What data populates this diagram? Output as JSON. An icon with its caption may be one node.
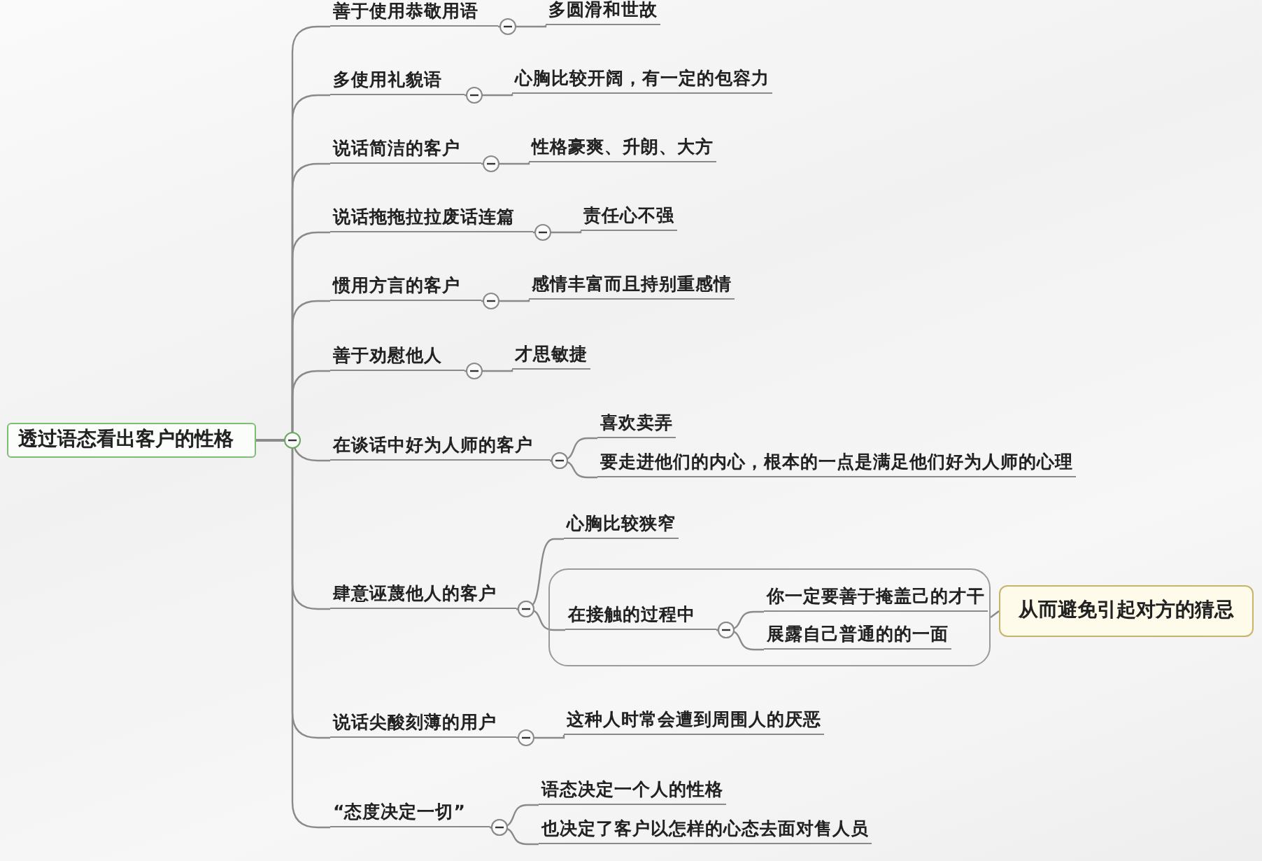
{
  "diagram": {
    "nodes": [
      {
        "text": [
          "透过语态看出客户的性格"
        ]
      },
      {
        "text": [
          "善于使用恭敬用语"
        ]
      },
      {
        "text": [
          "多圆滑和世故"
        ]
      },
      {
        "text": [
          "多使用礼貌语"
        ]
      },
      {
        "text": [
          "心胸比较开阔，有一定的包容力"
        ]
      },
      {
        "text": [
          "说话简洁的客户"
        ]
      },
      {
        "text": [
          "性格豪爽、升朗、大方"
        ]
      },
      {
        "text": [
          "说话拖拖拉拉废话连篇"
        ]
      },
      {
        "text": [
          "责任心不强"
        ]
      },
      {
        "text": [
          "惯用方言的客户"
        ]
      },
      {
        "text": [
          "感情丰富而且持别重感情"
        ]
      },
      {
        "text": [
          "善于劝慰他人"
        ]
      },
      {
        "text": [
          "才思敏捷"
        ]
      },
      {
        "text": [
          "在谈话中好为人师的客户"
        ]
      },
      {
        "text": [
          "喜欢卖弄"
        ]
      },
      {
        "text": [
          "要走进他们的内心，根本的一点是满足他们好为人师的心理"
        ]
      },
      {
        "text": [
          "肆意诬蔑他人的客户"
        ]
      },
      {
        "text": [
          "心胸比较狭窄"
        ]
      },
      {
        "text": [],
        "shape": "box"
      },
      {
        "text": [
          "在接触的过程中"
        ],
        "in": 18
      },
      {
        "text": [
          "你一定要善于掩盖己的才干"
        ],
        "in": 18
      },
      {
        "text": [
          "展露自己普通的的一面"
        ],
        "in": 18
      },
      {
        "text": [
          "从而避免引起对方的猜忌"
        ]
      },
      {
        "text": [
          "说话尖酸刻薄的用户"
        ]
      },
      {
        "text": [
          "这种人时常会遭到周围人的厌恶"
        ]
      },
      {
        "text": [
          "“态度决定一切”"
        ]
      },
      {
        "text": [
          "语态决定一个人的性格"
        ]
      },
      {
        "text": [
          "也决定了客户以怎样的心态去面对售人员"
        ]
      }
    ],
    "edges": [
      {
        "from": 0,
        "to": 1,
        "arrow": "none"
      },
      {
        "from": 0,
        "to": 3,
        "arrow": "none"
      },
      {
        "from": 0,
        "to": 5,
        "arrow": "none"
      },
      {
        "from": 0,
        "to": 7,
        "arrow": "none"
      },
      {
        "from": 0,
        "to": 9,
        "arrow": "none"
      },
      {
        "from": 0,
        "to": 11,
        "arrow": "none"
      },
      {
        "from": 0,
        "to": 13,
        "arrow": "none"
      },
      {
        "from": 0,
        "to": 16,
        "arrow": "none"
      },
      {
        "from": 0,
        "to": 23,
        "arrow": "none"
      },
      {
        "from": 0,
        "to": 25,
        "arrow": "none"
      },
      {
        "from": 1,
        "to": 2,
        "arrow": "other"
      },
      {
        "from": 3,
        "to": 4,
        "arrow": "other"
      },
      {
        "from": 5,
        "to": 6,
        "arrow": "other"
      },
      {
        "from": 7,
        "to": 8,
        "arrow": "other"
      },
      {
        "from": 9,
        "to": 10,
        "arrow": "other"
      },
      {
        "from": 11,
        "to": 12,
        "arrow": "other"
      },
      {
        "from": 13,
        "to": 14,
        "arrow": "other"
      },
      {
        "from": 13,
        "to": 15,
        "arrow": "other"
      },
      {
        "from": 16,
        "to": 17,
        "arrow": "other"
      },
      {
        "from": 16,
        "to": 19,
        "arrow": "other"
      },
      {
        "from": 19,
        "to": 20,
        "arrow": "other"
      },
      {
        "from": 19,
        "to": 21,
        "arrow": "other"
      },
      {
        "from": 18,
        "to": 22,
        "arrow": "none"
      },
      {
        "from": 23,
        "to": 24,
        "arrow": "other"
      },
      {
        "from": 25,
        "to": 26,
        "arrow": "other"
      },
      {
        "from": 25,
        "to": 27,
        "arrow": "other"
      }
    ]
  }
}
